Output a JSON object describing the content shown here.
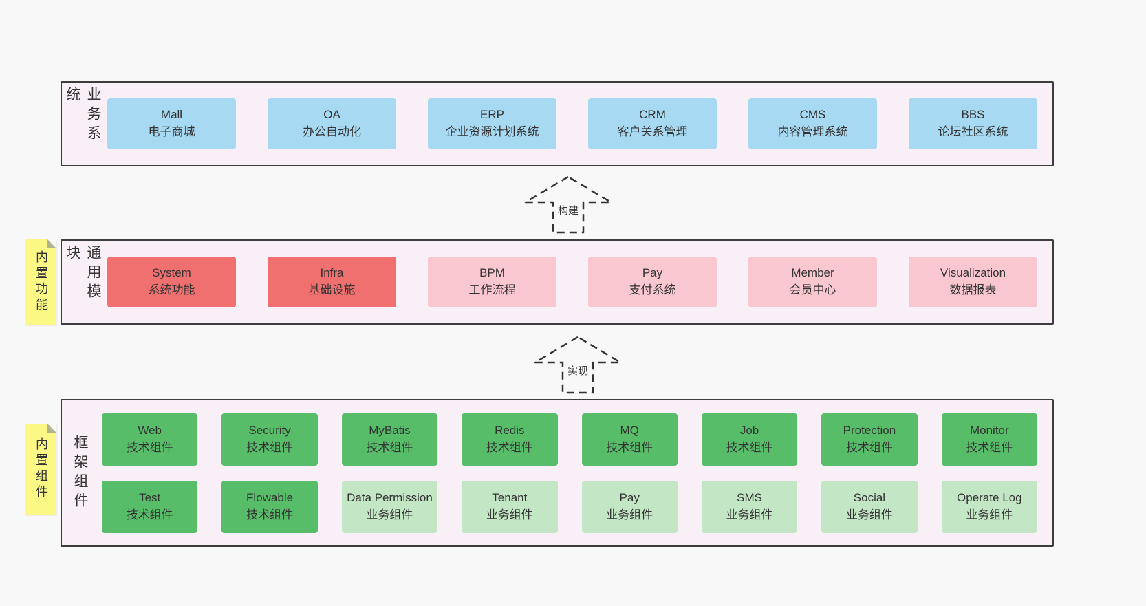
{
  "colors": {
    "page-bg": "#f8f8f8",
    "band-bg": "#f9eff7",
    "band-border": "#3c3c3c",
    "box-blue": "#a8d9f2",
    "box-red": "#f06f6f",
    "box-pink": "#f9c7d0",
    "box-green-dark": "#58bd69",
    "box-green-light": "#c3e6c5",
    "sticky-yellow": "#fbf885",
    "text": "#333333"
  },
  "arrows": {
    "build": "构建",
    "implement": "实现"
  },
  "layers": {
    "business": {
      "side_label": "业务系统",
      "boxes": [
        {
          "en": "Mall",
          "zh": "电子商城"
        },
        {
          "en": "OA",
          "zh": "办公自动化"
        },
        {
          "en": "ERP",
          "zh": "企业资源计划系统"
        },
        {
          "en": "CRM",
          "zh": "客户关系管理"
        },
        {
          "en": "CMS",
          "zh": "内容管理系统"
        },
        {
          "en": "BBS",
          "zh": "论坛社区系统"
        }
      ]
    },
    "modules": {
      "side_label": "通用模块",
      "sticky_label": "内置功能",
      "boxes": [
        {
          "en": "System",
          "zh": "系统功能"
        },
        {
          "en": "Infra",
          "zh": "基础设施"
        },
        {
          "en": "BPM",
          "zh": "工作流程"
        },
        {
          "en": "Pay",
          "zh": "支付系统"
        },
        {
          "en": "Member",
          "zh": "会员中心"
        },
        {
          "en": "Visualization",
          "zh": "数据报表"
        }
      ]
    },
    "components": {
      "side_label": "框架组件",
      "sticky_label": "内置组件",
      "row1": [
        {
          "en": "Web",
          "zh": "技术组件"
        },
        {
          "en": "Security",
          "zh": "技术组件"
        },
        {
          "en": "MyBatis",
          "zh": "技术组件"
        },
        {
          "en": "Redis",
          "zh": "技术组件"
        },
        {
          "en": "MQ",
          "zh": "技术组件"
        },
        {
          "en": "Job",
          "zh": "技术组件"
        },
        {
          "en": "Protection",
          "zh": "技术组件"
        },
        {
          "en": "Monitor",
          "zh": "技术组件"
        }
      ],
      "row2": [
        {
          "en": "Test",
          "zh": "技术组件"
        },
        {
          "en": "Flowable",
          "zh": "技术组件"
        },
        {
          "en": "Data Permission",
          "zh": "业务组件"
        },
        {
          "en": "Tenant",
          "zh": "业务组件"
        },
        {
          "en": "Pay",
          "zh": "业务组件"
        },
        {
          "en": "SMS",
          "zh": "业务组件"
        },
        {
          "en": "Social",
          "zh": "业务组件"
        },
        {
          "en": "Operate Log",
          "zh": "业务组件"
        }
      ]
    }
  }
}
